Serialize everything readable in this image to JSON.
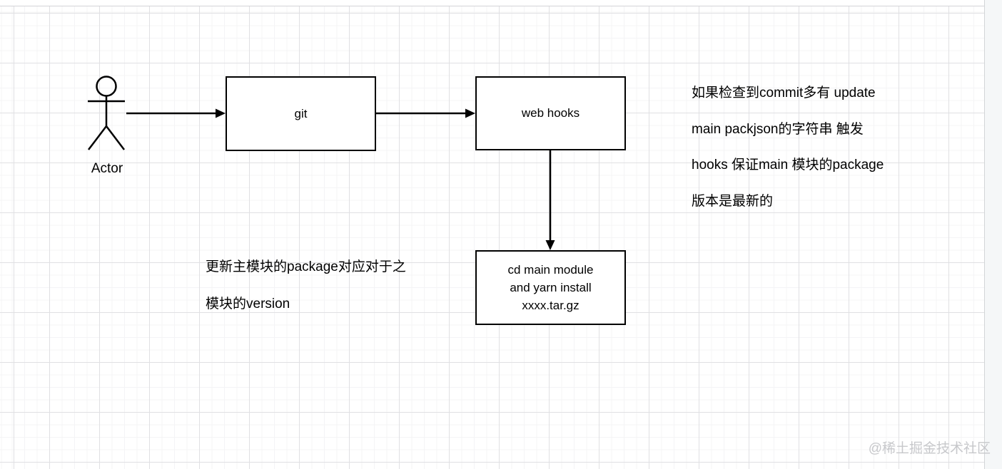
{
  "actor": {
    "label": "Actor"
  },
  "nodes": {
    "git": {
      "label": "git"
    },
    "webhooks": {
      "label": "web hooks"
    },
    "install": {
      "lines": [
        "cd main module",
        "and yarn install",
        "xxxx.tar.gz"
      ]
    }
  },
  "notes": {
    "right": {
      "lines": [
        "如果检查到commit多有 update",
        "main packjson的字符串 触发",
        "hooks 保证main 模块的package",
        "版本是最新的"
      ]
    },
    "left": {
      "lines": [
        "更新主模块的package对应对于之",
        "模块的version"
      ]
    }
  },
  "watermark": "@稀土掘金技术社区",
  "colors": {
    "shape_stroke": "#000000",
    "grid_major": "#e0e0e3",
    "grid_minor": "#f4f4f6",
    "canvas_bg": "#ffffff",
    "gutter_bg": "#f5f7f8",
    "watermark": "#c7c8cb"
  }
}
